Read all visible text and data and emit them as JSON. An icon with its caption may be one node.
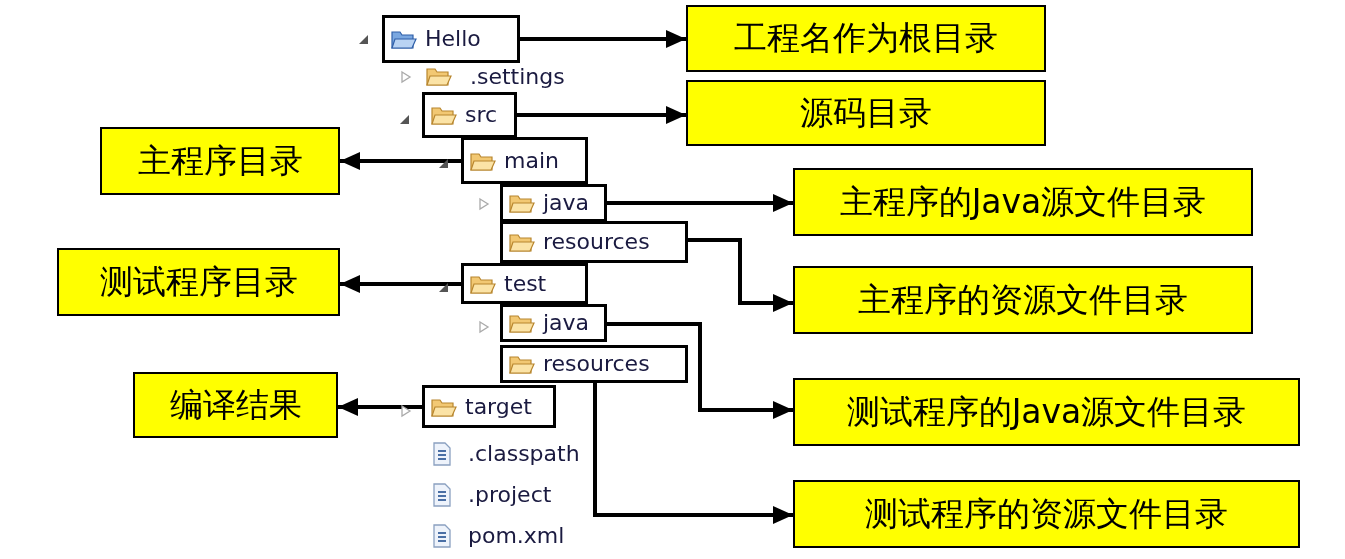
{
  "diagram": {
    "nodes": [
      {
        "text": [
          "Hello"
        ]
      },
      {
        "text": [
          "src"
        ]
      },
      {
        "text": [
          "main"
        ]
      },
      {
        "text": [
          "java"
        ]
      },
      {
        "text": [
          "resources"
        ]
      },
      {
        "text": [
          "test"
        ]
      },
      {
        "text": [
          "java"
        ]
      },
      {
        "text": [
          "resources"
        ]
      },
      {
        "text": [
          "target"
        ]
      },
      {
        "text": [
          "工程名作为根目录"
        ]
      },
      {
        "text": [
          "源码目录"
        ]
      },
      {
        "text": [
          "主程序目录"
        ]
      },
      {
        "text": [
          "主程序的Java源文件目录"
        ]
      },
      {
        "text": [
          "测试程序目录"
        ]
      },
      {
        "text": [
          "主程序的资源文件目录"
        ]
      },
      {
        "text": [
          "编译结果"
        ]
      },
      {
        "text": [
          "测试程序的Java源文件目录"
        ]
      },
      {
        "text": [
          "测试程序的资源文件目录"
        ]
      }
    ],
    "edges": [
      {
        "from": 0,
        "to": 9,
        "arrow": "to"
      },
      {
        "from": 1,
        "to": 10,
        "arrow": "to"
      },
      {
        "from": 2,
        "to": 11,
        "arrow": "to"
      },
      {
        "from": 3,
        "to": 12,
        "arrow": "to"
      },
      {
        "from": 4,
        "to": 14,
        "arrow": "to"
      },
      {
        "from": 5,
        "to": 13,
        "arrow": "to"
      },
      {
        "from": 6,
        "to": 16,
        "arrow": "to"
      },
      {
        "from": 7,
        "to": 17,
        "arrow": "to"
      },
      {
        "from": 8,
        "to": 15,
        "arrow": "to"
      }
    ],
    "labels": [
      ".settings",
      ".classpath",
      ".project",
      "pom.xml"
    ]
  }
}
